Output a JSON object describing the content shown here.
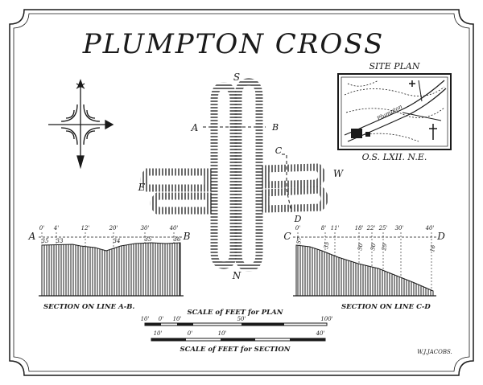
{
  "title": "PLUMPTON  CROSS",
  "site_plan": {
    "heading": "SITE PLAN",
    "caption": "O.S. LXII. N.E.",
    "road_label": "Plumpton"
  },
  "compass_points": {
    "north": "N",
    "south": "S",
    "east": "E",
    "west": "W"
  },
  "section_markers": {
    "a": "A",
    "b": "B",
    "c": "C",
    "d": "D"
  },
  "section_ab": {
    "left_label": "A",
    "right_label": "B",
    "x_ticks": [
      "0'",
      "4'",
      "12'",
      "20'",
      "30'",
      "40'"
    ],
    "heights": [
      "35",
      "33",
      "",
      "34",
      "35",
      "36"
    ],
    "caption": "SECTION ON LINE  A-B."
  },
  "section_cd": {
    "left_label": "C",
    "right_label": "D",
    "x_ticks": [
      "0'",
      "8'",
      "11'",
      "18'",
      "22'",
      "25'",
      "30'",
      "40'"
    ],
    "heights": [
      "37",
      "35",
      "",
      "30",
      "30",
      "29",
      "",
      "16"
    ],
    "caption": "SECTION ON LINE  C-D"
  },
  "plan_scale": {
    "label": "SCALE of FEET for PLAN",
    "ticks": [
      "10'",
      "0'",
      "10'",
      "50'",
      "100'"
    ]
  },
  "section_scale": {
    "label": "SCALE of FEET for SECTION",
    "ticks": [
      "10'",
      "0'",
      "10'",
      "40'"
    ]
  },
  "signature": "W.J.JACOBS."
}
